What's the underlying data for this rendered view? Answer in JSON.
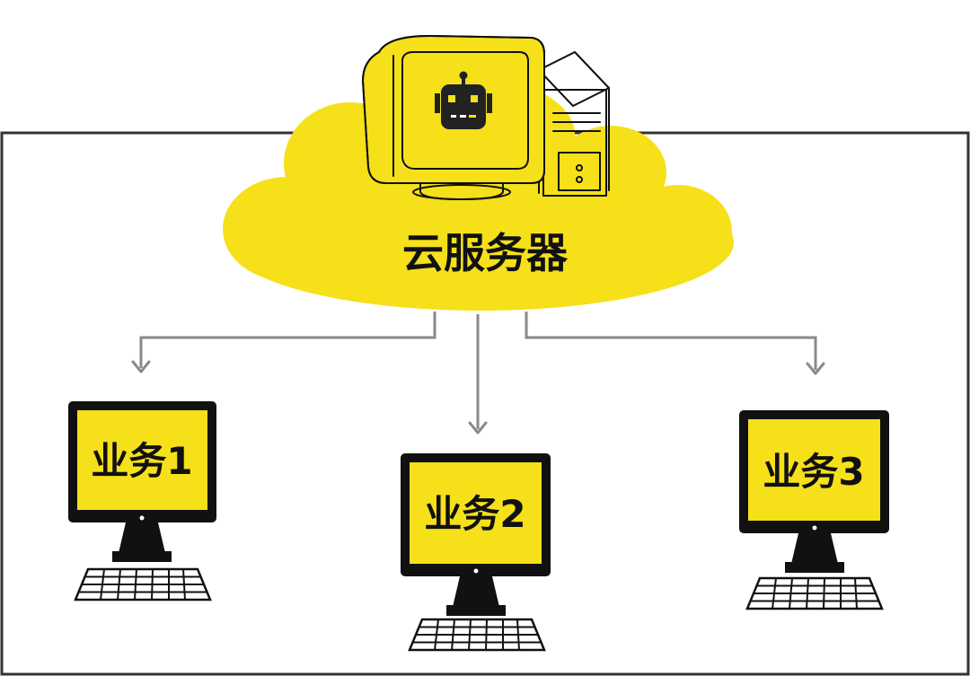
{
  "server": {
    "label": "云服务器"
  },
  "clients": [
    {
      "label": "业务1"
    },
    {
      "label": "业务2"
    },
    {
      "label": "业务3"
    }
  ],
  "colors": {
    "accent": "#F5E01A",
    "frame": "#333333",
    "arrow": "#8a8a8a",
    "ink": "#111111"
  },
  "icons": {
    "server": "robot-computer-icon",
    "client": "desktop-computer-icon"
  }
}
